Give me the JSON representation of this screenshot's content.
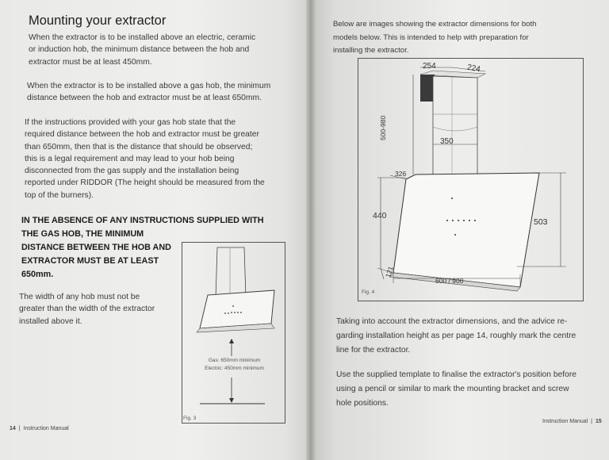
{
  "left_page": {
    "heading": "Mounting your extractor",
    "paragraph1": [
      "When the extractor is to be installed above an electric, ceramic",
      "or induction hob, the minimum distance between the hob and",
      "extractor must be at least 450mm."
    ],
    "paragraph2": [
      "When the extractor is to be installed above a gas hob, the minimum",
      "distance between the hob and extractor must be at least 650mm."
    ],
    "paragraph3": [
      "If the instructions provided with your gas hob state that the",
      "required distance between the hob and extractor must be greater",
      "than 650mm, then that is the distance that should be observed;",
      "this is a legal requirement and may lead to your hob being",
      "disconnected from the gas supply and the installation being",
      "reported under RIDDOR (The height should be measured from the",
      "top of the burners)."
    ],
    "warning": [
      "IN THE ABSENCE OF ANY INSTRUCTIONS SUPPLIED WITH",
      "THE GAS HOB, THE MINIMUM",
      "DISTANCE BETWEEN THE HOB AND",
      "EXTRACTOR MUST BE AT LEAST",
      "650mm."
    ],
    "paragraph4": [
      "The width of any hob must not be",
      "greater than the width of the extractor",
      "installed above it."
    ],
    "figure3": {
      "gas_label": "Gas: 650mm minimum",
      "electric_label": "Electric: 450mm minimum",
      "label": "Fig. 3"
    },
    "footer_page": "14",
    "footer_sep": "|",
    "footer_text": "Instruction Manual"
  },
  "right_page": {
    "intro": [
      "Below are images showing the extractor dimensions for both",
      "models below. This is intended to help with preparation for",
      "installing the extractor."
    ],
    "figure4": {
      "dim_top_width": "254",
      "dim_top_depth": "224",
      "dim_chimney_height": "500-980",
      "dim_chimney_width": "350",
      "dim_front_offset": "326",
      "dim_hood_height": "440",
      "dim_glass_height": "503",
      "dim_bottom_depth": "121",
      "dim_width": "600 / 900",
      "label": "Fig. 4"
    },
    "paragraph1": [
      "Taking into account the extractor dimensions, and the advice re-",
      "garding installation height as per page 14, roughly mark the centre",
      "line for the extractor."
    ],
    "paragraph2": [
      "Use the supplied template to finalise the extractor's position before",
      "using a pencil or similar to mark the mounting bracket and screw",
      "hole positions."
    ],
    "footer_text": "Instruction Manual",
    "footer_sep": "|",
    "footer_page": "15"
  }
}
